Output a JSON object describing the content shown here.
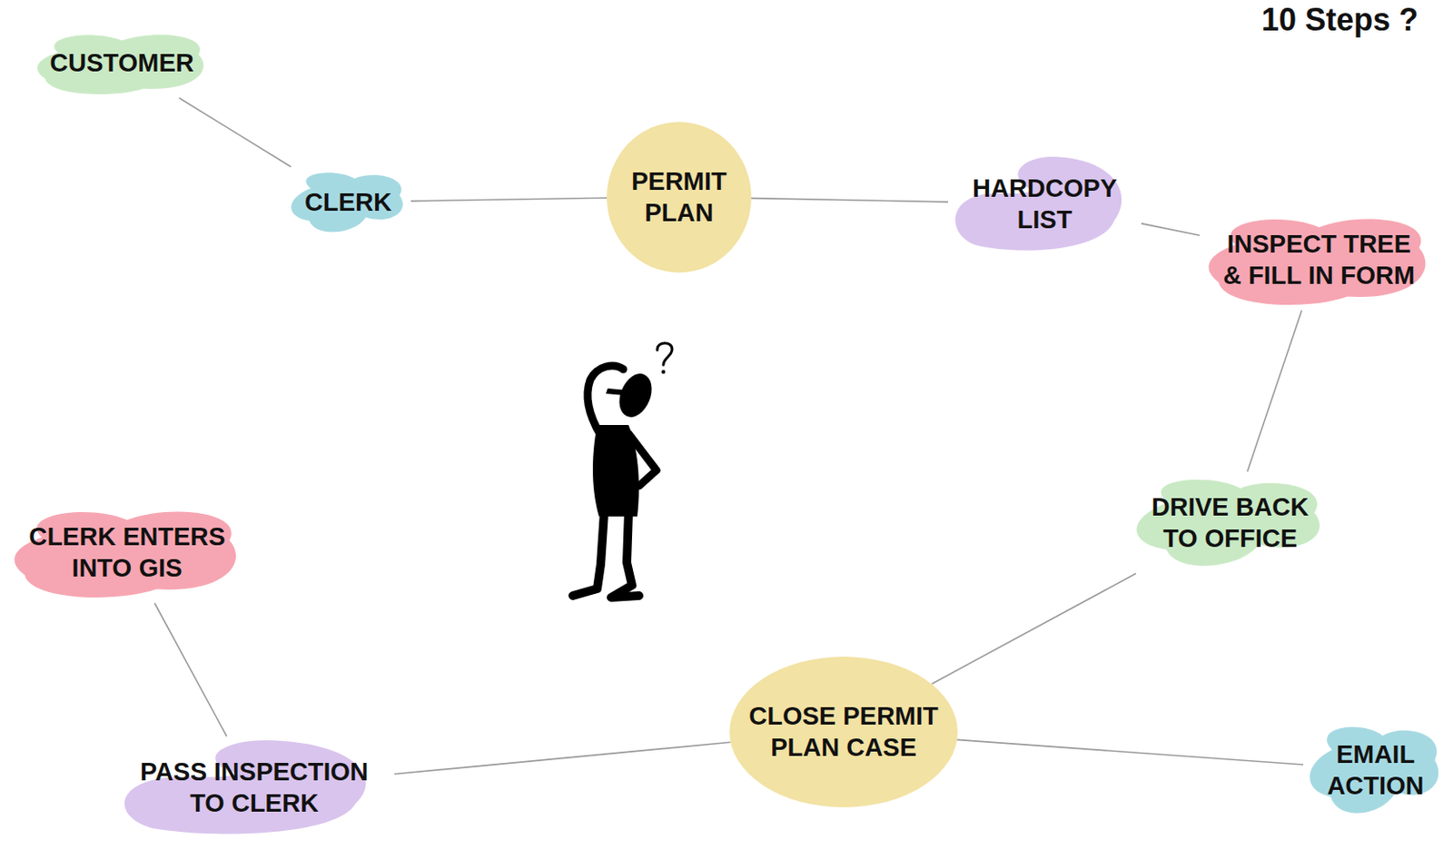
{
  "diagram": {
    "title": "10 Steps ?",
    "nodes": [
      {
        "text": [
          "CUSTOMER"
        ]
      },
      {
        "text": [
          "CLERK"
        ]
      },
      {
        "text": [
          "PERMIT PLAN"
        ]
      },
      {
        "text": [
          "HARDCOPY LIST"
        ]
      },
      {
        "text": [
          "INSPECT TREE & FILL IN FORM"
        ]
      },
      {
        "text": [
          "DRIVE BACK TO OFFICE"
        ]
      },
      {
        "text": [
          "CLOSE PERMIT PLAN CASE"
        ]
      },
      {
        "text": [
          "PASS INSPECTION TO CLERK"
        ]
      },
      {
        "text": [
          "CLERK ENTERS INTO GIS"
        ]
      },
      {
        "text": [
          "EMAIL ACTION"
        ]
      }
    ],
    "edges": [
      {
        "from": 0,
        "to": 1,
        "arrow": "none"
      },
      {
        "from": 1,
        "to": 2,
        "arrow": "none"
      },
      {
        "from": 2,
        "to": 3,
        "arrow": "none"
      },
      {
        "from": 3,
        "to": 4,
        "arrow": "none"
      },
      {
        "from": 4,
        "to": 5,
        "arrow": "none"
      },
      {
        "from": 5,
        "to": 6,
        "arrow": "none"
      },
      {
        "from": 6,
        "to": 7,
        "arrow": "none"
      },
      {
        "from": 7,
        "to": 8,
        "arrow": "none"
      },
      {
        "from": 6,
        "to": 9,
        "arrow": "none"
      }
    ]
  }
}
